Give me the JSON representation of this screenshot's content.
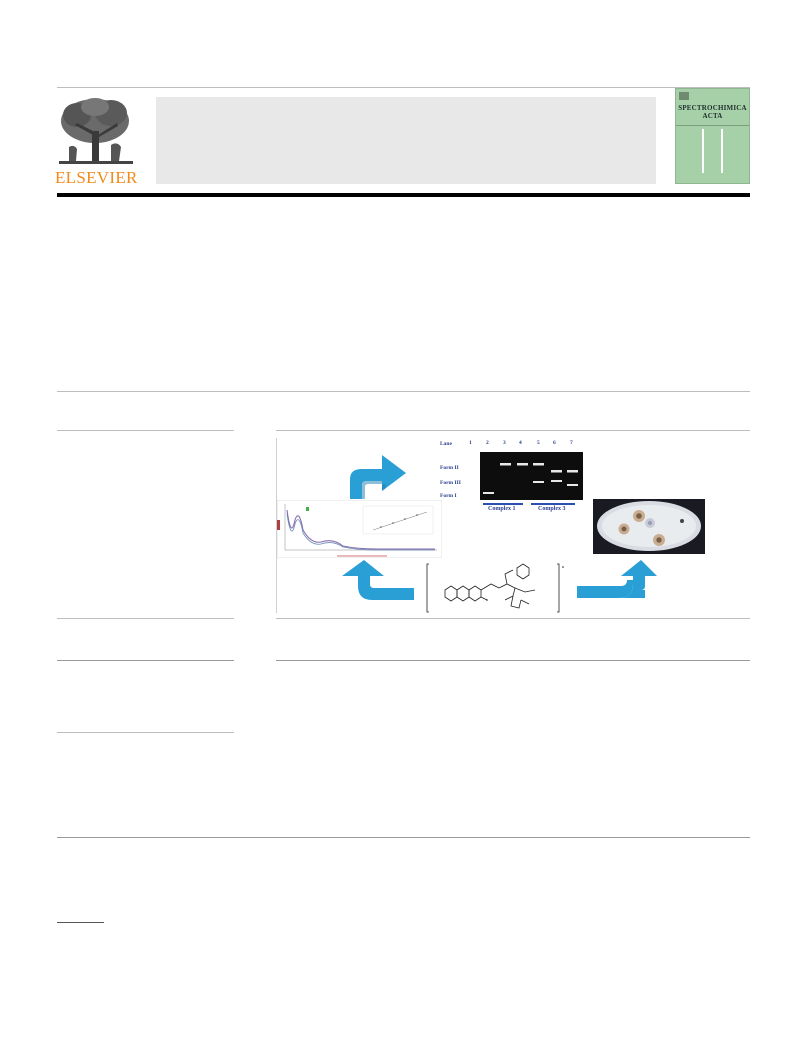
{
  "header": {
    "publisher_wordmark": "ELSEVIER",
    "journal_cover_title": "SPECTROCHIMICA ACTA"
  },
  "graphical_abstract": {
    "gel": {
      "lane_header": "Lane",
      "lanes": [
        "1",
        "2",
        "3",
        "4",
        "5",
        "6",
        "7"
      ],
      "forms": [
        "Form II",
        "Form III",
        "Form I"
      ],
      "groups": [
        "Complex 1",
        "Complex 3"
      ]
    }
  },
  "colors": {
    "publisher_orange": "#f08a1c",
    "cover_green": "#a6d0a8",
    "arrow_blue": "#2a9fd6",
    "gel_label_blue": "#2b3f8f"
  }
}
